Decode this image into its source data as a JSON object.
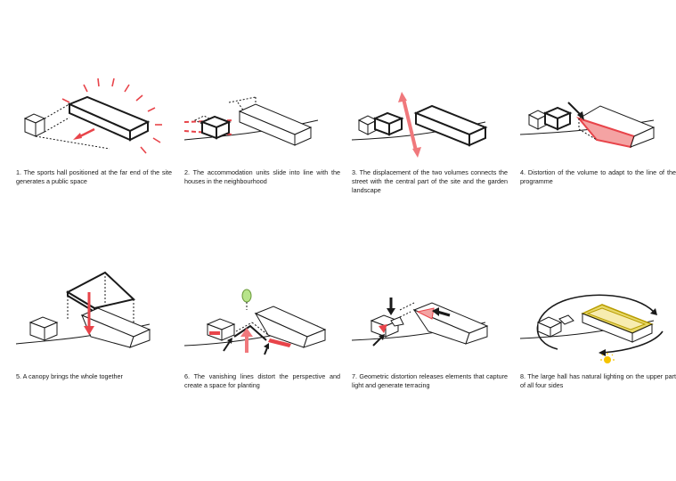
{
  "colors": {
    "line": "#1a1a1a",
    "accent": "#e8444a",
    "accent_fill": "#f4a3a3",
    "roof_fill": "#e8d96a",
    "roof_stroke": "#d4b800",
    "sun": "#f5c400",
    "tree": "#b7e48a"
  },
  "panels": [
    {
      "caption": "1. The sports hall positioned at the far end of the site generates a public space"
    },
    {
      "caption": "2. The accommodation units slide into line with the houses in the neighbourhood"
    },
    {
      "caption": "3. The displacement of the two volumes connects the street with the central part of the site and the garden landscape"
    },
    {
      "caption": "4. Distortion of the volume to adapt to the line of the programme"
    },
    {
      "caption": "5. A canopy brings the whole together"
    },
    {
      "caption": "6. The vanishing lines distort the perspective and create a space for planting"
    },
    {
      "caption": "7. Geometric distortion releases elements that capture light and generate terracing"
    },
    {
      "caption": "8. The large hall has natural lighting on the upper part of all four sides"
    }
  ]
}
